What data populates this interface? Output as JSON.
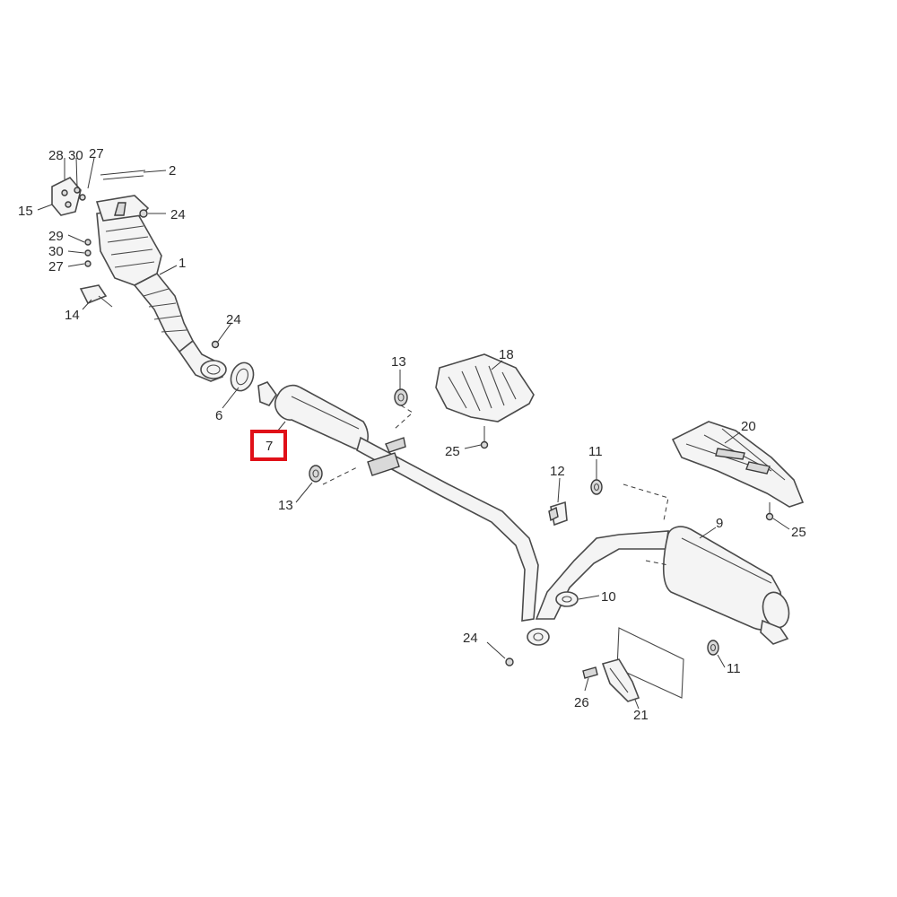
{
  "diagram": {
    "labels": {
      "p1": "1",
      "p2": "2",
      "p6": "6",
      "p7": "7",
      "p9": "9",
      "p10": "10",
      "p11a": "11",
      "p11b": "11",
      "p12": "12",
      "p13a": "13",
      "p13b": "13",
      "p14": "14",
      "p15": "15",
      "p18": "18",
      "p20": "20",
      "p21": "21",
      "p24a": "24",
      "p24b": "24",
      "p24c": "24",
      "p25a": "25",
      "p25b": "25",
      "p26": "26",
      "p27a": "27",
      "p27b": "27",
      "p28": "28",
      "p29": "29",
      "p30a": "30",
      "p30b": "30"
    },
    "highlighted_part": "7",
    "highlight_color": "#e01018"
  }
}
